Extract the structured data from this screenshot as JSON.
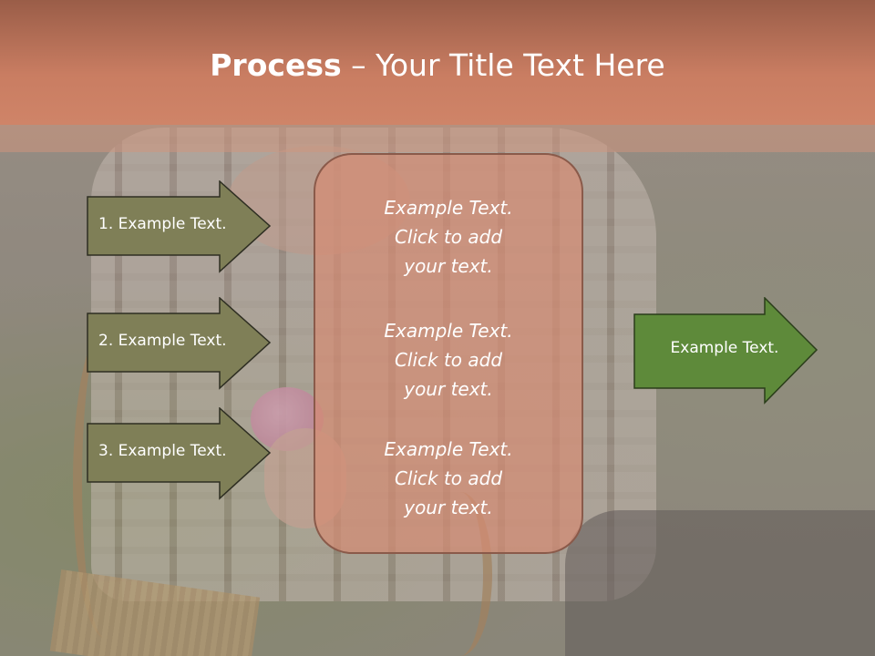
{
  "slide": {
    "title_bold": "Process",
    "title_rest": " – Your Title Text Here",
    "steps": [
      {
        "label": "1. Example Text."
      },
      {
        "label": "2. Example Text."
      },
      {
        "label": "3. Example Text."
      }
    ],
    "center_blocks": [
      {
        "lines": [
          "Example Text.",
          "Click  to add",
          "your text."
        ]
      },
      {
        "lines": [
          "Example Text.",
          "Click  to add",
          "your text."
        ]
      },
      {
        "lines": [
          "Example Text.",
          "Click  to add",
          "your text."
        ]
      }
    ],
    "result": {
      "label": "Example Text."
    }
  },
  "colors": {
    "title_band": "#c97d62",
    "step_arrow_fill": "#7f7f57",
    "result_arrow_fill": "#5e8a3a",
    "center_box_fill": "#d68c73",
    "text": "#ffffff"
  }
}
